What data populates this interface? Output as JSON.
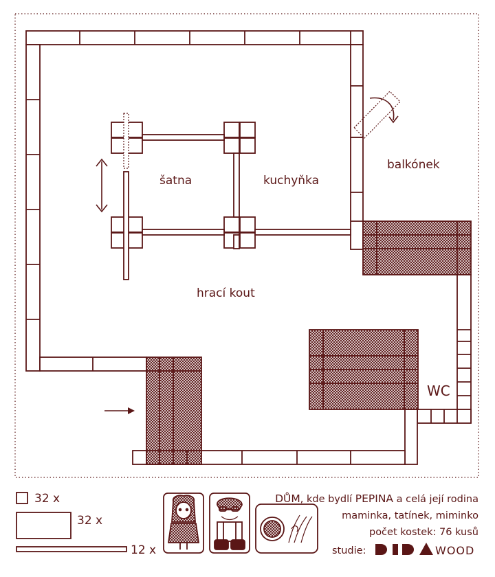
{
  "rooms": {
    "satna": "šatna",
    "kuchynka": "kuchyňka",
    "balkonek": "balkónek",
    "hraci_kout": "hrací kout",
    "wc": "WC"
  },
  "legend": {
    "small_block": "32 x",
    "large_block": "32 x",
    "long_plank": "12 x"
  },
  "info": {
    "line1_prefix": "DŮM",
    "line1_mid": ", kde bydlí ",
    "line1_name": "PEPINA",
    "line1_suffix": " a celá její rodina",
    "line2": "maminka, tatínek, miminko",
    "line3": "počet kostek: 76 kusů",
    "studio_prefix": "studie:",
    "brand_dida": "DIDA",
    "brand_wood": "WOOD"
  },
  "colors": {
    "ink": "#5a1616",
    "background": "#ffffff"
  }
}
